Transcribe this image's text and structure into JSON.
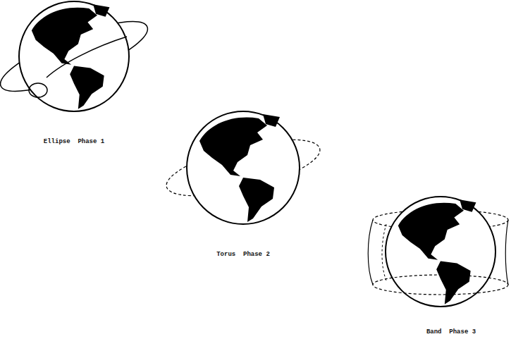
{
  "diagram": {
    "labels": [
      "Ellipse  Phase 1",
      "Torus  Phase 2",
      "Band  Phase 3"
    ]
  }
}
